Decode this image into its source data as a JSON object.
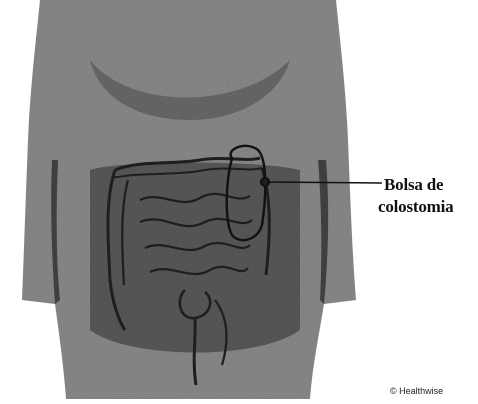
{
  "figure": {
    "callout": {
      "line1": "Bolsa de",
      "line2": "colostomia"
    },
    "credit": "© Healthwise"
  },
  "colors": {
    "body": "#8a8a8a",
    "body_dark": "#3c3c3c",
    "line": "#111111",
    "background": "#ffffff"
  }
}
